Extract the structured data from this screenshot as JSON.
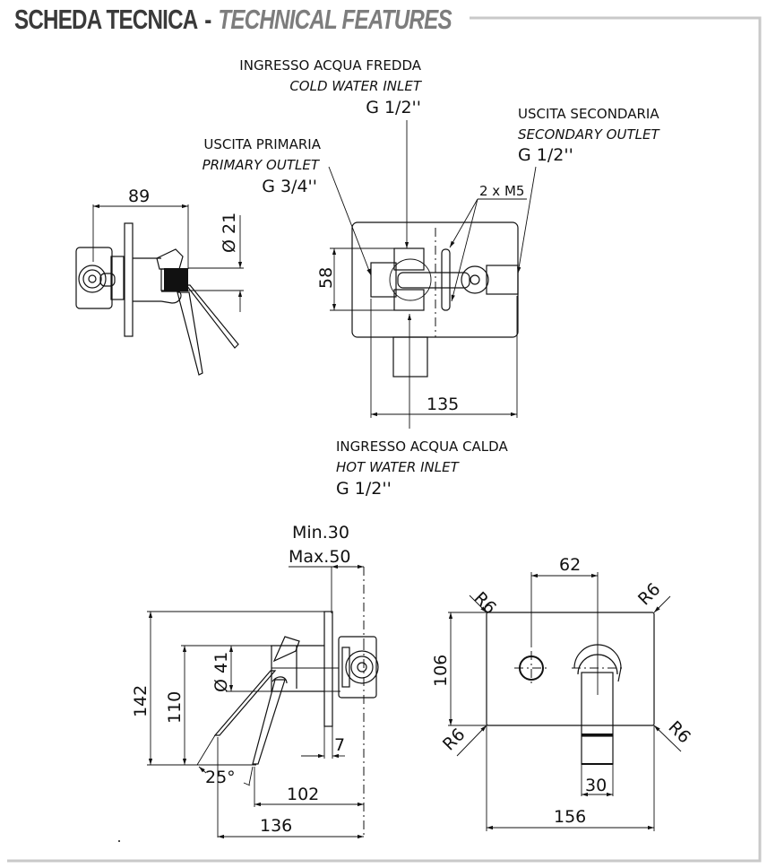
{
  "header": {
    "title_it": "SCHEDA TECNICA",
    "separator": "-",
    "title_en": "TECHNICAL FEATURES"
  },
  "callouts": {
    "cold_inlet": {
      "it": "INGRESSO ACQUA FREDDA",
      "en": "COLD WATER INLET",
      "spec": "G 1/2''"
    },
    "primary_outlet": {
      "it": "USCITA PRIMARIA",
      "en": "PRIMARY OUTLET",
      "spec": "G 3/4''"
    },
    "secondary_outlet": {
      "it": "USCITA SECONDARIA",
      "en": "SECONDARY OUTLET",
      "spec": "G 1/2''"
    },
    "hot_inlet": {
      "it": "INGRESSO ACQUA CALDA",
      "en": "HOT WATER INLET",
      "spec": "G 1/2''"
    },
    "screws": "2 x M5"
  },
  "dimensions": {
    "side_top": {
      "width": "89",
      "diameter": "Ø 21"
    },
    "body_front": {
      "height": "58",
      "width": "135"
    },
    "side_bottom": {
      "min": "Min.30",
      "max": "Max.50",
      "height_total": "142",
      "height_lever": "110",
      "diameter": "Ø 41",
      "plate": "7",
      "angle": "25°",
      "depth_spout": "102",
      "depth_total": "136"
    },
    "front_plate": {
      "spacing": "62",
      "height": "106",
      "radius": "R6",
      "spout_width": "30",
      "width": "156"
    }
  }
}
